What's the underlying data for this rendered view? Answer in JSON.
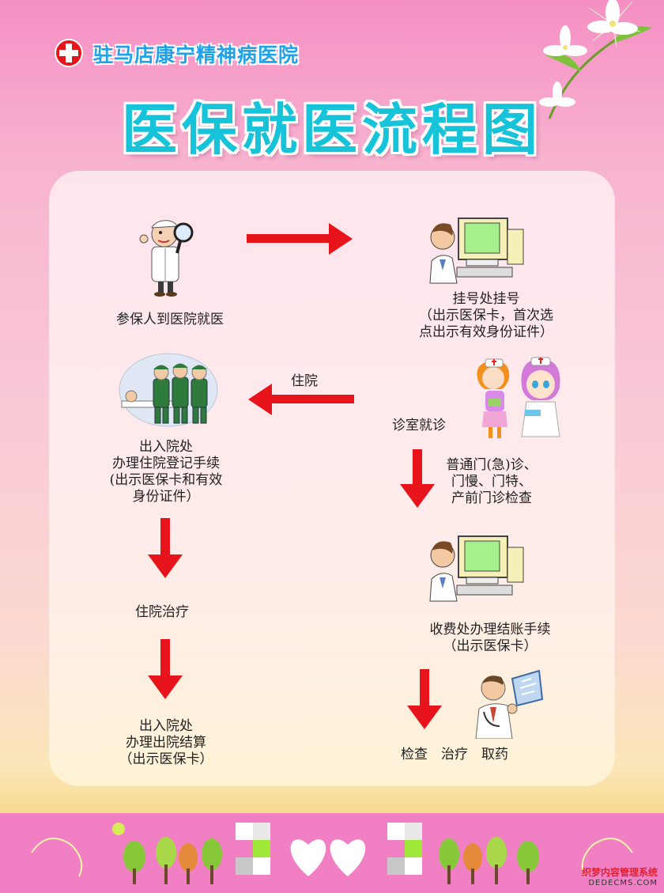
{
  "header": {
    "hospital_name": "驻马店康宁精神病医院",
    "title": "医保就医流程图"
  },
  "flow": {
    "step_arrive": "参保人到医院就医",
    "step_register": {
      "line1": "挂号处挂号",
      "line2": "（出示医保卡，首次选",
      "line3": "点出示有效身份证件）"
    },
    "label_clinic": "诊室就诊",
    "label_hospitalize": "住院",
    "step_outpatient": {
      "line1": "普通门(急)诊、",
      "line2": "门慢、门特、",
      "line3": "产前门诊检查"
    },
    "step_admission": {
      "line1": "出入院处",
      "line2": "办理住院登记手续",
      "line3": "(出示医保卡和有效",
      "line4": "身份证件）"
    },
    "step_treatment": "住院治疗",
    "step_discharge": {
      "line1": "出入院处",
      "line2": "办理出院结算",
      "line3": "（出示医保卡）"
    },
    "step_payment": {
      "line1": "收费处办理结账手续",
      "line2": "（出示医保卡）"
    },
    "step_final": "检查　治疗　取药"
  },
  "watermark": {
    "line1": "织梦内容管理系统",
    "line2": "DEDECMS.COM"
  },
  "colors": {
    "arrow": "#e8141c",
    "title": "#16c3d9",
    "hospital_name": "#1fa2e8"
  }
}
